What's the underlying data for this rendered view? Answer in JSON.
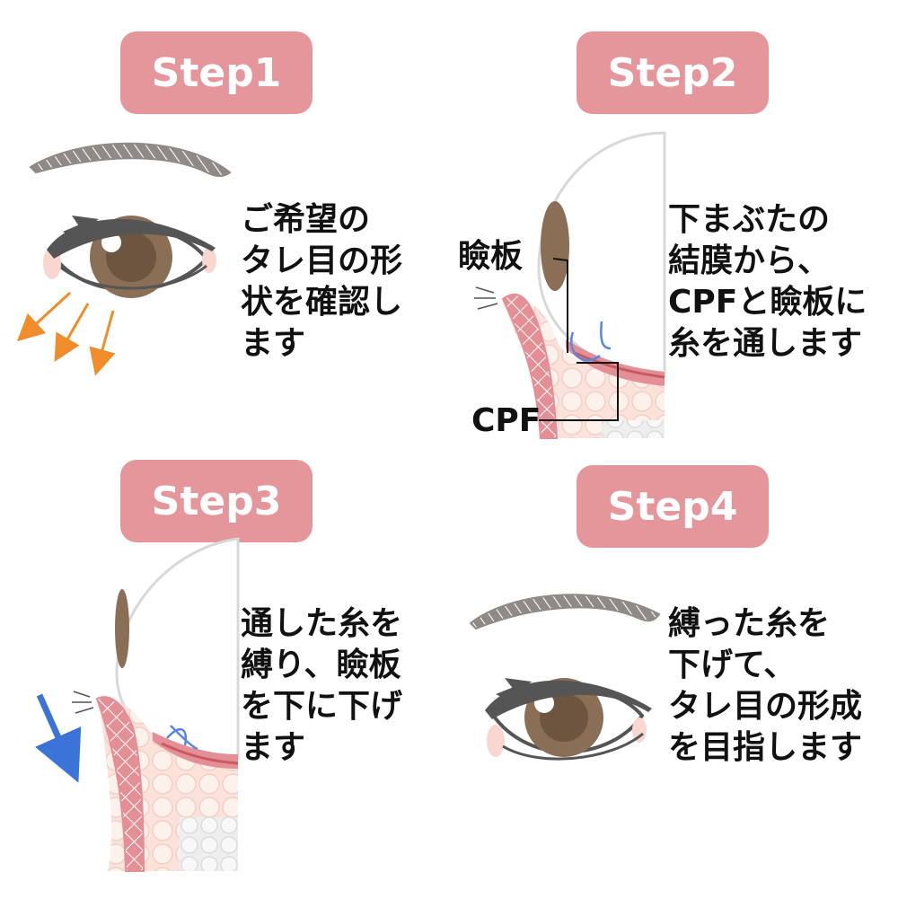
{
  "steps": [
    {
      "badge": "Step1",
      "lines": [
        "ご希望の",
        "タレ目の形",
        "状を確認し",
        "ます"
      ]
    },
    {
      "badge": "Step2",
      "lines": [
        "下まぶたの",
        "結膜から、",
        "CPFと瞼板に",
        "糸を通します"
      ],
      "labels": {
        "tarsus": "瞼板",
        "cpf": "CPF"
      }
    },
    {
      "badge": "Step3",
      "lines": [
        "通した糸を",
        "縛り、瞼板",
        "を下に下げ",
        "ます"
      ]
    },
    {
      "badge": "Step4",
      "lines": [
        "縛った糸を",
        "下げて、",
        "タレ目の形成",
        "を目指します"
      ]
    }
  ],
  "colors": {
    "badge": "#e5969b",
    "arrow_orange": "#f08c2a",
    "arrow_blue": "#3b73d9",
    "thread_blue": "#5a86e0",
    "brow": "#8a8580",
    "iris": "#8a6e55",
    "skin": "#f7d6cf",
    "muscle": "#e48f95"
  },
  "icons": [
    "eye-illustration",
    "eyebrow-illustration",
    "eyelid-cross-section",
    "down-arrow-icon"
  ]
}
